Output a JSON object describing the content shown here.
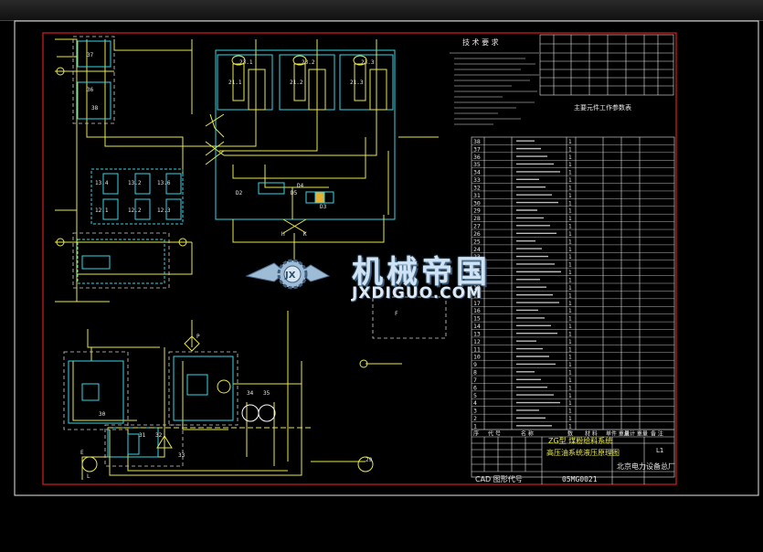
{
  "diagram": {
    "title_cn_line1": "ZG型 煤粉给料系统",
    "title_cn_line2": "高压油系统液压原理图",
    "drawing_no": "05MG0021",
    "company": "北京电力设备总厂",
    "cad_label": "CAD 图形代号",
    "tech_req_title": "技 术 要 求",
    "parts_table_title": "主要元件工作参数表",
    "sheet_label": "L1",
    "bom_header": [
      "序",
      "代 号",
      "名 称",
      "数",
      "材 料",
      "单件 重量",
      "总计 重量",
      "备 注"
    ],
    "bom_numbers": [
      "38",
      "37",
      "36",
      "35",
      "34",
      "33",
      "32",
      "31",
      "30",
      "29",
      "28",
      "27",
      "26",
      "25",
      "24",
      "23",
      "22",
      "21",
      "20",
      "19",
      "18",
      "17",
      "16",
      "15",
      "14",
      "13",
      "12",
      "11",
      "10",
      "9",
      "8",
      "7",
      "6",
      "5",
      "4",
      "3",
      "2",
      "1"
    ],
    "component_labels": [
      "23.1",
      "23.2",
      "23.3",
      "21.1",
      "21.2",
      "21.3",
      "13.4",
      "13.2",
      "13.6",
      "12.1",
      "12.2",
      "12.3",
      "29",
      "30",
      "31",
      "32",
      "33",
      "34",
      "35",
      "36",
      "37",
      "38",
      "D4",
      "D5",
      "D2",
      "D3",
      "E",
      "F",
      "L",
      "H",
      "K",
      "P"
    ]
  },
  "watermark": {
    "text_cn": "机械帝国",
    "text_en": "JXDIGUO.COM",
    "logo_letters": "JX"
  }
}
